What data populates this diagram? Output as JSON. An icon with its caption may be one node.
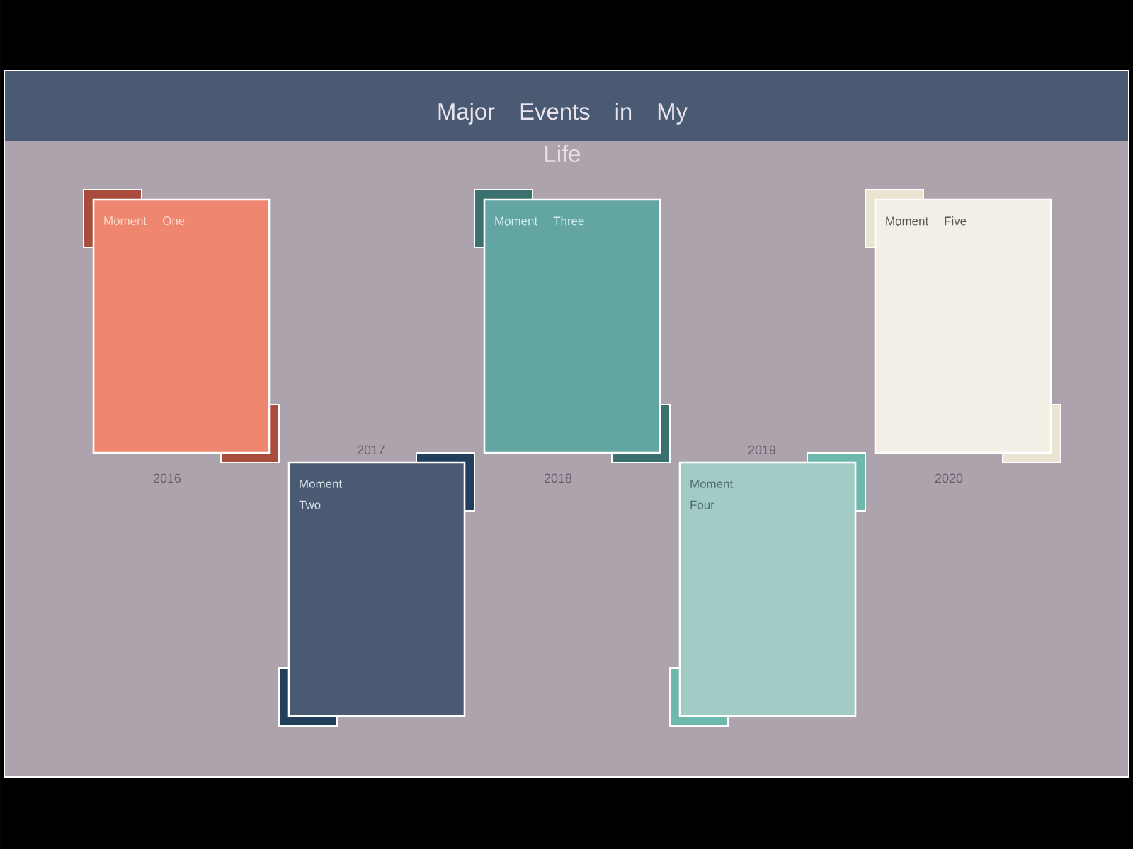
{
  "diagram": {
    "title": "Major Events in My Life",
    "nodes": [
      {
        "text": [
          "Moment One"
        ],
        "beside": [
          "2016"
        ]
      },
      {
        "text": [
          "Moment Two"
        ],
        "beside": [
          "2017"
        ]
      },
      {
        "text": [
          "Moment Three"
        ],
        "beside": [
          "2018"
        ]
      },
      {
        "text": [
          "Moment Four"
        ],
        "beside": [
          "2019"
        ]
      },
      {
        "text": [
          "Moment Five"
        ],
        "beside": [
          "2020"
        ]
      }
    ]
  }
}
